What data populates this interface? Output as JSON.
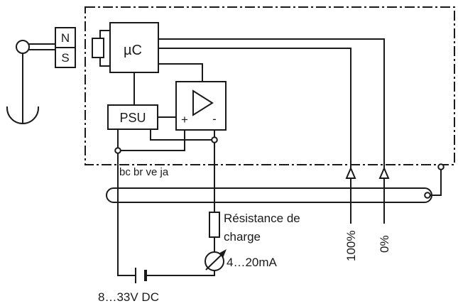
{
  "magnet": {
    "north": "N",
    "south": "S"
  },
  "blocks": {
    "microcontroller": "µC",
    "power_supply": "PSU"
  },
  "amplifier": {
    "plus": "+",
    "minus": "-"
  },
  "cable": {
    "wire_colors": "bc br ve ja"
  },
  "load": {
    "resistor_label_line1": "Résistance de",
    "resistor_label_line2": "charge"
  },
  "meter": {
    "label": "4…20mA"
  },
  "supply": {
    "label": "8…33V DC"
  },
  "outputs": {
    "full_scale": "100%",
    "zero": "0%"
  }
}
